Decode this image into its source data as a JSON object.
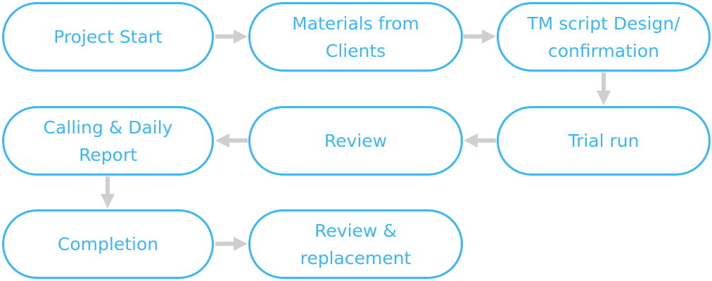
{
  "colors": {
    "node_border": "#3db7f4",
    "node_text": "#3db7f4",
    "arrow": "#cfcfcf"
  },
  "nodes": [
    {
      "id": "project-start",
      "label": "Project Start"
    },
    {
      "id": "materials-from-clients",
      "label": "Materials from Clients"
    },
    {
      "id": "tm-script-design",
      "label": "TM script Design/ confirmation"
    },
    {
      "id": "trial-run",
      "label": "Trial run"
    },
    {
      "id": "review",
      "label": "Review"
    },
    {
      "id": "calling-daily-report",
      "label": "Calling & Daily Report"
    },
    {
      "id": "completion",
      "label": "Completion"
    },
    {
      "id": "review-replacement",
      "label": "Review & replacement"
    }
  ],
  "edges": [
    {
      "from": "project-start",
      "to": "materials-from-clients"
    },
    {
      "from": "materials-from-clients",
      "to": "tm-script-design"
    },
    {
      "from": "tm-script-design",
      "to": "trial-run"
    },
    {
      "from": "trial-run",
      "to": "review"
    },
    {
      "from": "review",
      "to": "calling-daily-report"
    },
    {
      "from": "calling-daily-report",
      "to": "completion"
    },
    {
      "from": "completion",
      "to": "review-replacement"
    }
  ]
}
